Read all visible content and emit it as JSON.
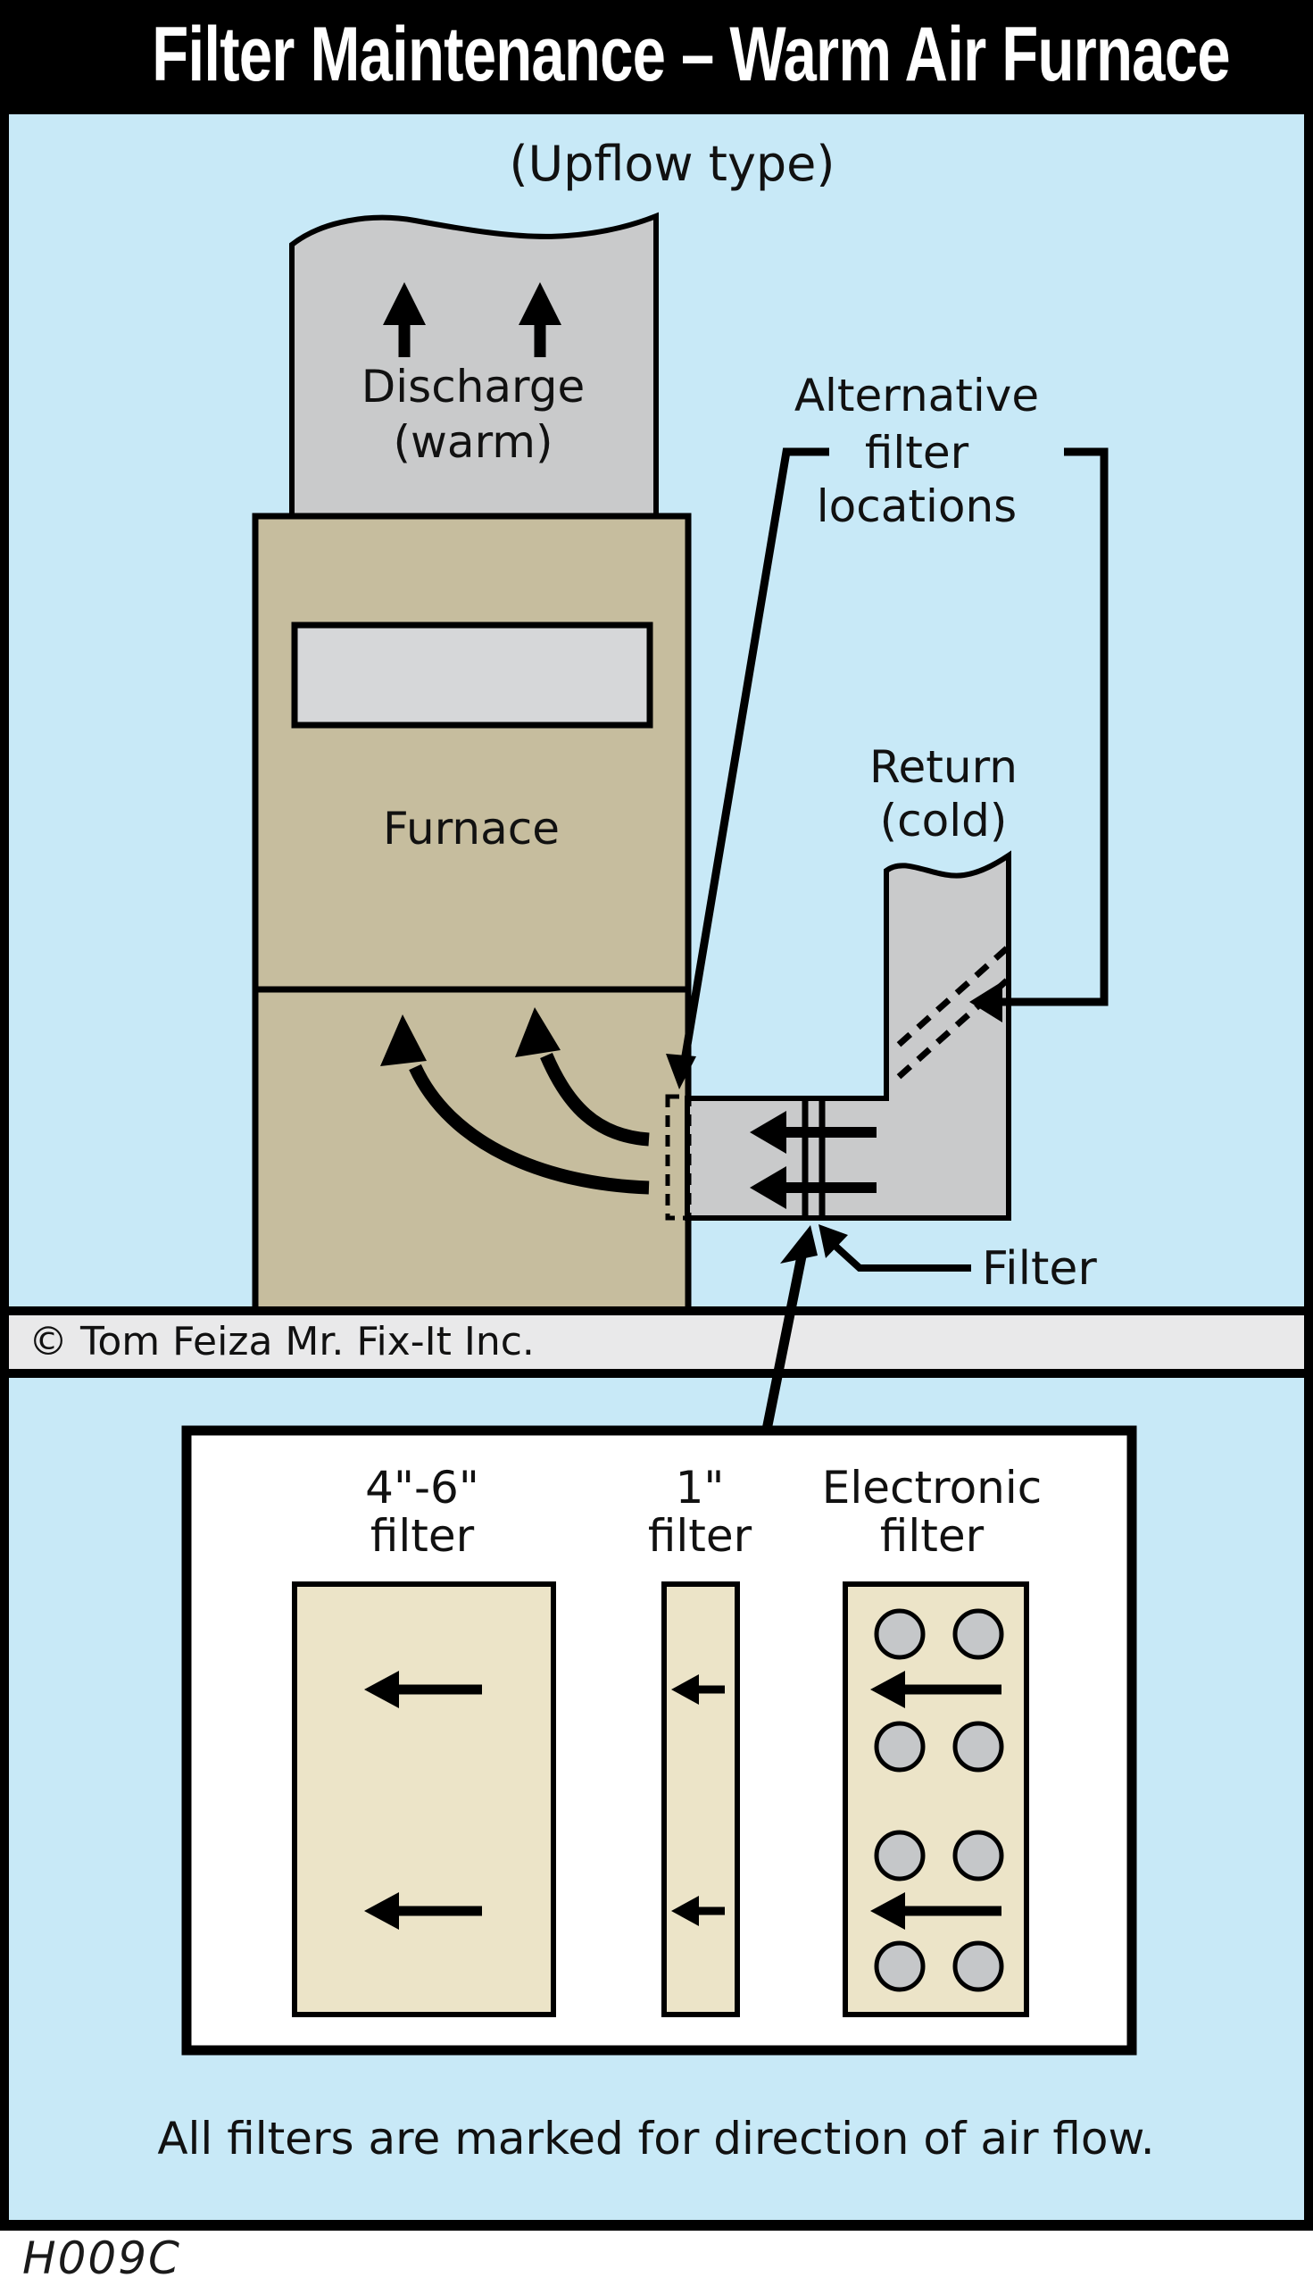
{
  "title": "Filter Maintenance – Warm Air Furnace",
  "figure_id": "H009C",
  "copyright": "© Tom Feiza Mr. Fix-It Inc.",
  "caption": "All filters are marked for direction of air flow.",
  "diagram": {
    "subtitle": "(Upflow type)",
    "discharge_line1": "Discharge",
    "discharge_line2": "(warm)",
    "furnace": "Furnace",
    "alt_line1": "Alternative",
    "alt_line2": "filter",
    "alt_line3": "locations",
    "return_line1": "Return",
    "return_line2": "(cold)",
    "filter": "Filter"
  },
  "panel": {
    "filters": [
      {
        "name": "4\"-6\"",
        "type": "filter"
      },
      {
        "name": "1\"",
        "type": "filter"
      },
      {
        "name": "Electronic",
        "type": "filter"
      }
    ]
  },
  "colors": {
    "background_blue": "#c8e9f7",
    "furnace_tan": "#c6bd9e",
    "duct_gray": "#c9cacb",
    "grille_gray": "#d6d7d9",
    "band_gray": "#e9e9ea",
    "filter_beige": "#ece4c8",
    "cell_gray": "#c5c7c9",
    "panel_white": "#ffffff",
    "title_bg": "#000000",
    "title_fg": "#ffffff",
    "line_black": "#000000"
  }
}
